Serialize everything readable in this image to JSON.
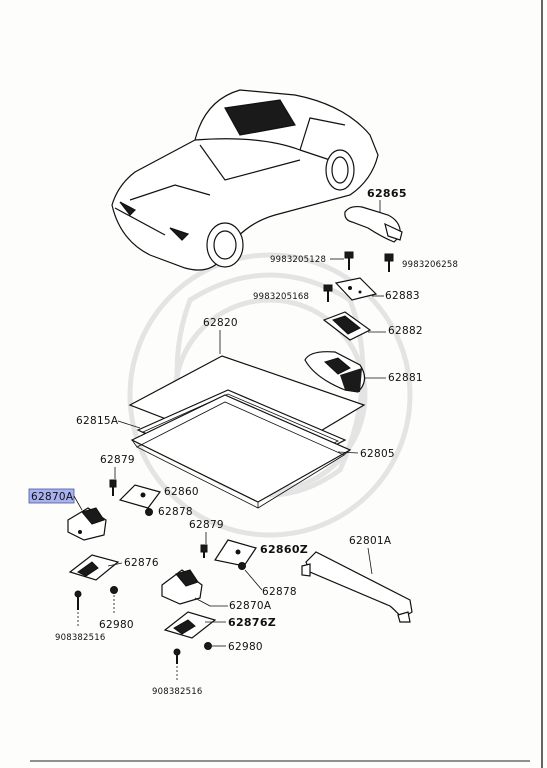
{
  "highlight_color": "#a9b2f0",
  "labels": {
    "p62865": "62865",
    "p9983205128": "9983205128",
    "p9983206258": "9983206258",
    "p9983205168": "9983205168",
    "p62883": "62883",
    "p62882": "62882",
    "p62881": "62881",
    "p62820": "62820",
    "p62815A": "62815A",
    "p62805": "62805",
    "p62879_a": "62879",
    "p62860": "62860",
    "p62870A_hl": "62870A",
    "p62878_a": "62878",
    "p62879_b": "62879",
    "p62860Z": "62860Z",
    "p62801A": "62801A",
    "p62876": "62876",
    "p62878_b": "62878",
    "p62870A_b": "62870A",
    "p62876Z": "62876Z",
    "p62980_a": "62980",
    "p62980_b": "62980",
    "p908382516_a": "908382516",
    "p908382516_b": "908382516"
  }
}
